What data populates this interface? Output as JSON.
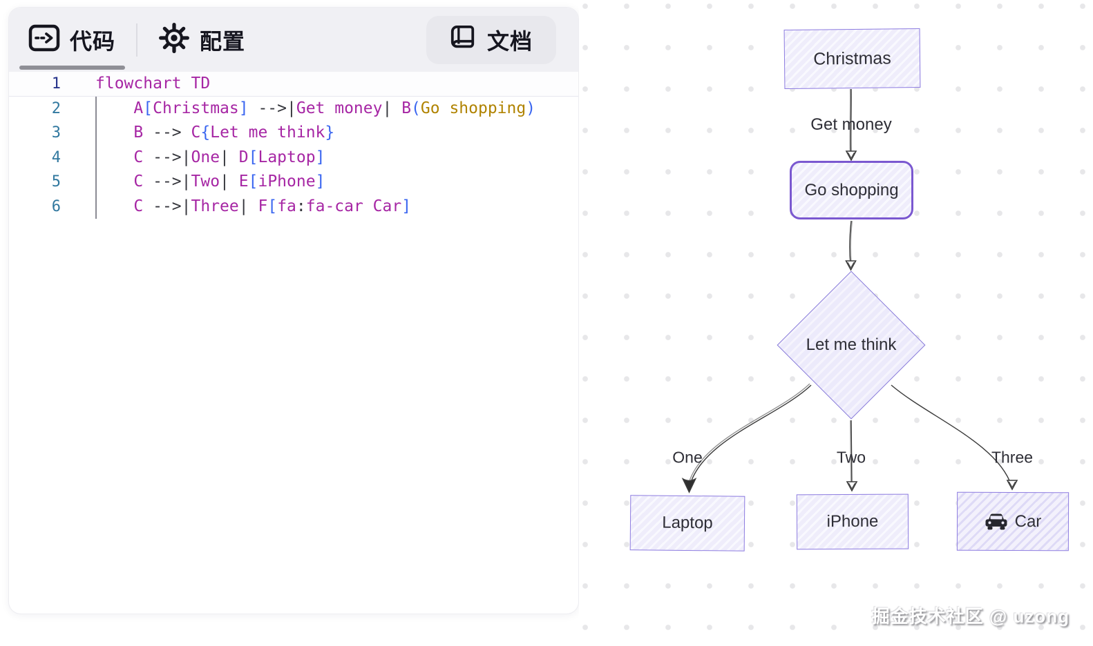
{
  "editor": {
    "tabs": [
      {
        "label": "代码",
        "icon": "code-window-icon",
        "active": true
      },
      {
        "label": "配置",
        "icon": "gear-icon",
        "active": false
      }
    ],
    "docs_button": {
      "label": "文档",
      "icon": "book-icon"
    },
    "code_lines": [
      {
        "num": "1",
        "tokens": [
          {
            "t": "flowchart TD",
            "c": "mag"
          }
        ]
      },
      {
        "num": "2",
        "tokens": [
          {
            "t": "    ",
            "c": "drk"
          },
          {
            "t": "A",
            "c": "mag"
          },
          {
            "t": "[",
            "c": "blu"
          },
          {
            "t": "Christmas",
            "c": "mag"
          },
          {
            "t": "]",
            "c": "blu"
          },
          {
            "t": " -->",
            "c": "drk"
          },
          {
            "t": "|",
            "c": "drk"
          },
          {
            "t": "Get money",
            "c": "mag"
          },
          {
            "t": "|",
            "c": "drk"
          },
          {
            "t": " ",
            "c": "drk"
          },
          {
            "t": "B",
            "c": "mag"
          },
          {
            "t": "(",
            "c": "blu"
          },
          {
            "t": "Go shopping",
            "c": "gld"
          },
          {
            "t": ")",
            "c": "blu"
          }
        ]
      },
      {
        "num": "3",
        "tokens": [
          {
            "t": "    ",
            "c": "drk"
          },
          {
            "t": "B",
            "c": "mag"
          },
          {
            "t": " --> ",
            "c": "drk"
          },
          {
            "t": "C",
            "c": "mag"
          },
          {
            "t": "{",
            "c": "blu"
          },
          {
            "t": "Let me think",
            "c": "mag"
          },
          {
            "t": "}",
            "c": "blu"
          }
        ]
      },
      {
        "num": "4",
        "tokens": [
          {
            "t": "    ",
            "c": "drk"
          },
          {
            "t": "C",
            "c": "mag"
          },
          {
            "t": " -->",
            "c": "drk"
          },
          {
            "t": "|",
            "c": "drk"
          },
          {
            "t": "One",
            "c": "mag"
          },
          {
            "t": "|",
            "c": "drk"
          },
          {
            "t": " ",
            "c": "drk"
          },
          {
            "t": "D",
            "c": "mag"
          },
          {
            "t": "[",
            "c": "blu"
          },
          {
            "t": "Laptop",
            "c": "mag"
          },
          {
            "t": "]",
            "c": "blu"
          }
        ]
      },
      {
        "num": "5",
        "tokens": [
          {
            "t": "    ",
            "c": "drk"
          },
          {
            "t": "C",
            "c": "mag"
          },
          {
            "t": " -->",
            "c": "drk"
          },
          {
            "t": "|",
            "c": "drk"
          },
          {
            "t": "Two",
            "c": "mag"
          },
          {
            "t": "|",
            "c": "drk"
          },
          {
            "t": " ",
            "c": "drk"
          },
          {
            "t": "E",
            "c": "mag"
          },
          {
            "t": "[",
            "c": "blu"
          },
          {
            "t": "iPhone",
            "c": "mag"
          },
          {
            "t": "]",
            "c": "blu"
          }
        ]
      },
      {
        "num": "6",
        "tokens": [
          {
            "t": "    ",
            "c": "drk"
          },
          {
            "t": "C",
            "c": "mag"
          },
          {
            "t": " -->",
            "c": "drk"
          },
          {
            "t": "|",
            "c": "drk"
          },
          {
            "t": "Three",
            "c": "mag"
          },
          {
            "t": "|",
            "c": "drk"
          },
          {
            "t": " ",
            "c": "drk"
          },
          {
            "t": "F",
            "c": "mag"
          },
          {
            "t": "[",
            "c": "blu"
          },
          {
            "t": "fa",
            "c": "mag"
          },
          {
            "t": ":",
            "c": "drk"
          },
          {
            "t": "fa-car Car",
            "c": "mag"
          },
          {
            "t": "]",
            "c": "blu"
          }
        ]
      }
    ]
  },
  "diagram": {
    "nodes": [
      {
        "id": "A",
        "label": "Christmas",
        "shape": "rect"
      },
      {
        "id": "B",
        "label": "Go shopping",
        "shape": "rounded-rect"
      },
      {
        "id": "C",
        "label": "Let me think",
        "shape": "diamond"
      },
      {
        "id": "D",
        "label": "Laptop",
        "shape": "rect"
      },
      {
        "id": "E",
        "label": "iPhone",
        "shape": "rect"
      },
      {
        "id": "F",
        "label": "Car",
        "shape": "rect",
        "icon": "car-icon"
      }
    ],
    "edges": [
      {
        "from": "A",
        "to": "B",
        "label": "Get money"
      },
      {
        "from": "B",
        "to": "C",
        "label": ""
      },
      {
        "from": "C",
        "to": "D",
        "label": "One"
      },
      {
        "from": "C",
        "to": "E",
        "label": "Two"
      },
      {
        "from": "C",
        "to": "F",
        "label": "Three"
      }
    ],
    "watermark": "掘金技术社区 @ uzong"
  },
  "colors": {
    "accent_purple": "#7a58d0",
    "node_border": "#8d7ce0",
    "node_fill": "#efedfb",
    "edge_stroke": "#3a3a3a",
    "code_magenta": "#a626a4",
    "code_blue": "#3a66f0",
    "code_gold": "#b08300",
    "code_dark": "#35363c",
    "linenum_teal": "#31789f",
    "linenum_active": "#27348b",
    "tabbar_bg": "#f0f0f4",
    "docs_pill_bg": "#e8e8ed"
  }
}
